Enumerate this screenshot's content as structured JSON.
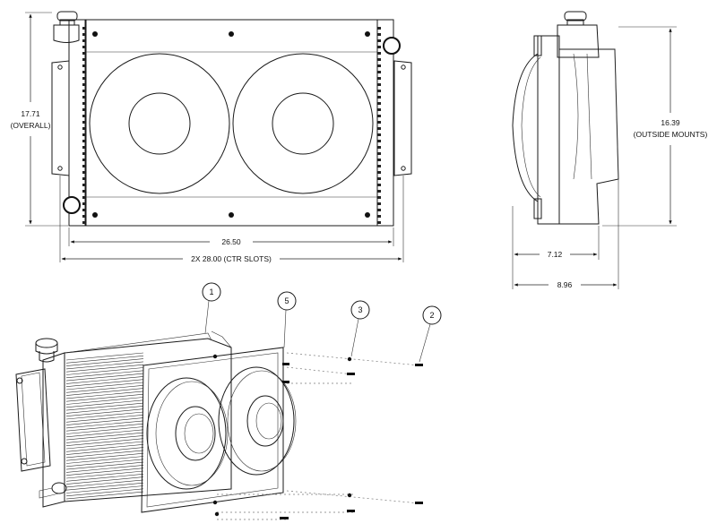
{
  "front_view": {
    "overall_height": {
      "value": "17.71",
      "note": "(OVERALL)"
    },
    "width_inner": "26.50",
    "width_slots": "2X 28.00 (CTR SLOTS)"
  },
  "side_view": {
    "mount_height": {
      "value": "16.39",
      "note": "(OUTSIDE MOUNTS)"
    },
    "depth_core": "7.12",
    "depth_overall": "8.96"
  },
  "exploded_view": {
    "callouts": [
      "1",
      "2",
      "3",
      "5"
    ]
  }
}
